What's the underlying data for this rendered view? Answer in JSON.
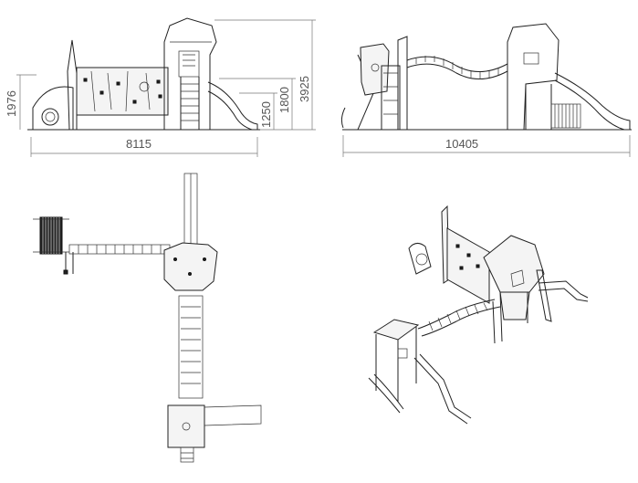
{
  "dimensions": {
    "front_width": "8115",
    "front_h1": "1976",
    "front_h2": "1250",
    "front_h3": "1800",
    "front_h4": "3925",
    "side_width": "10405"
  },
  "colors": {
    "line": "#222222",
    "dimension": "#777777",
    "background": "#ffffff"
  }
}
